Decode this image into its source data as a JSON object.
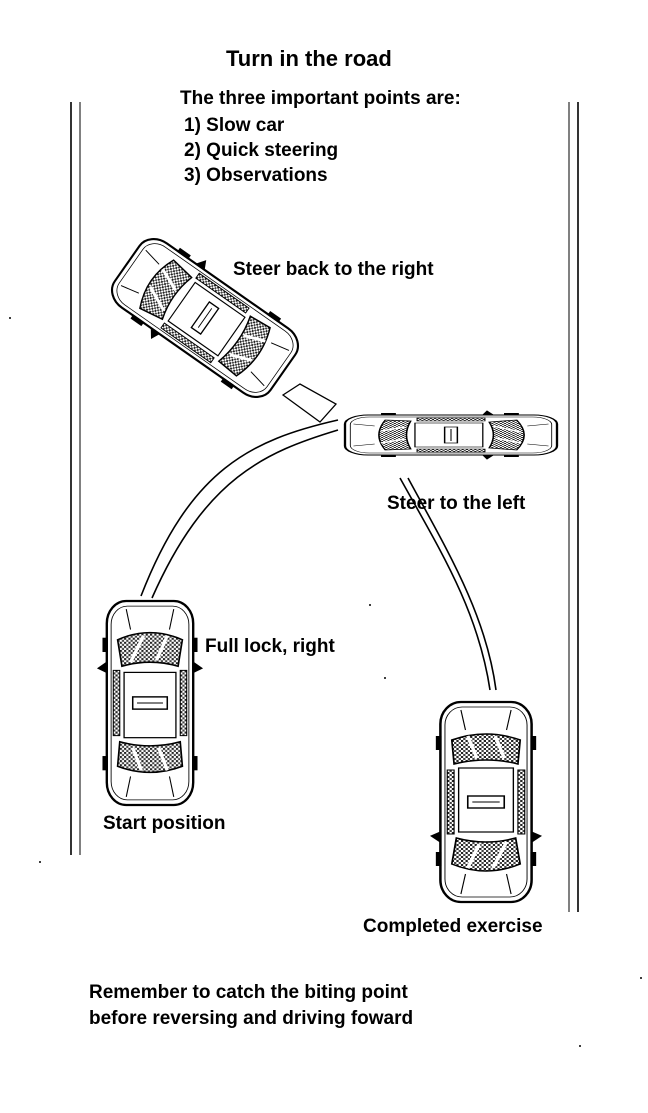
{
  "title": "Turn in the road",
  "intro": "The three important points are:",
  "points": [
    "1) Slow car",
    "2) Quick steering",
    "3) Observations"
  ],
  "labels": {
    "steer_back": "Steer back to the right",
    "steer_left": "Steer to the left",
    "full_lock": "Full lock, right",
    "start": "Start position",
    "completed": "Completed exercise"
  },
  "note": [
    "Remember to catch the biting point",
    "before reversing and driving foward"
  ],
  "colors": {
    "ink": "#000000",
    "paper": "#ffffff",
    "glass": "#3a3a3a"
  }
}
